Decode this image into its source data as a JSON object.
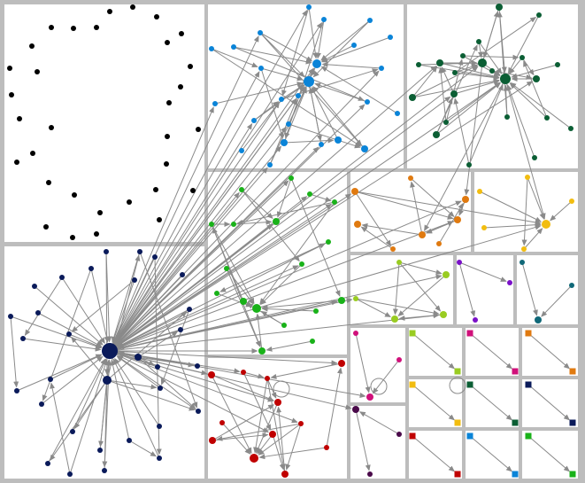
{
  "colors": {
    "background": "#ffffff",
    "panel_border": "#bdbdbd",
    "edge": "#8a8a8a"
  },
  "diagram": {
    "type": "community-graph-treemap",
    "groups": [
      {
        "name": "black",
        "color": "#000000",
        "node_count": 40,
        "edges": 0
      },
      {
        "name": "blue",
        "color": "#0a84d8",
        "node_count": 30
      },
      {
        "name": "darkgreen",
        "color": "#0b5e34",
        "node_count": 24
      },
      {
        "name": "navy",
        "color": "#0a1a5a",
        "node_count": 40
      },
      {
        "name": "green",
        "color": "#19b219",
        "node_count": 20
      },
      {
        "name": "orange",
        "color": "#e07a10",
        "node_count": 8
      },
      {
        "name": "yellow",
        "color": "#f2bd10",
        "node_count": 7
      },
      {
        "name": "red",
        "color": "#c00000",
        "node_count": 14
      },
      {
        "name": "lime",
        "color": "#99cc22",
        "node_count": 5
      },
      {
        "name": "purple",
        "color": "#7a10c8",
        "node_count": 3
      },
      {
        "name": "teal",
        "color": "#106878",
        "node_count": 3
      },
      {
        "name": "magenta",
        "color": "#d0107a",
        "node_count": 3
      },
      {
        "name": "darkpurple",
        "color": "#4a0a4a",
        "node_count": 3
      },
      {
        "name": "lime-pair",
        "color": "#99cc22",
        "node_count": 2
      },
      {
        "name": "pink-pair",
        "color": "#d0107a",
        "node_count": 2
      },
      {
        "name": "orange-pair",
        "color": "#e07a10",
        "node_count": 2
      },
      {
        "name": "yellow-pair",
        "color": "#f2bd10",
        "node_count": 2
      },
      {
        "name": "darkgreen-pair",
        "color": "#0b5e34",
        "node_count": 2
      },
      {
        "name": "navy-pair",
        "color": "#0a1a5a",
        "node_count": 2
      },
      {
        "name": "red-pair",
        "color": "#c00000",
        "node_count": 2
      },
      {
        "name": "blue-pair",
        "color": "#0a84d8",
        "node_count": 2
      },
      {
        "name": "green-pair",
        "color": "#19b219",
        "node_count": 2
      }
    ]
  }
}
